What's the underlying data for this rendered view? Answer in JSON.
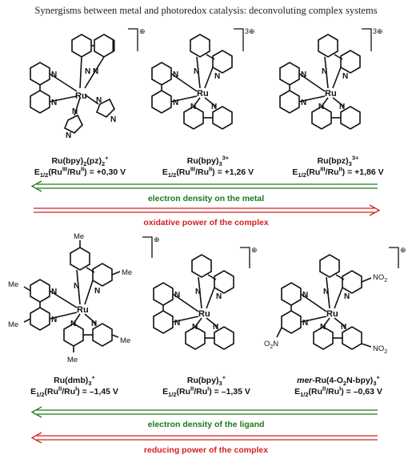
{
  "header": {
    "title": "Synergisms between metal and photoredox catalysis: deconvoluting complex systems"
  },
  "colors": {
    "green": "#1b7a1b",
    "red": "#d42020",
    "ink": "#111111"
  },
  "row1": {
    "complexes": [
      {
        "charge_sup": "⊕",
        "name_main": "Ru(bpy)",
        "name_sub": "2",
        "name_mid": "(pz)",
        "name_sub2": "2",
        "name_sup": "+",
        "e_prefix": "E",
        "e_sub": "1/2",
        "e_open": "(Ru",
        "e_sup1": "III",
        "e_mid": "/Ru",
        "e_sup2": "II",
        "e_close": ") = +0,30 V",
        "atom_labels": [
          "N",
          "N",
          "N",
          "N",
          "N",
          "N",
          "N",
          "N",
          "Ru"
        ]
      },
      {
        "charge_sup": "3⊕",
        "name_main": "Ru(bpy)",
        "name_sub": "3",
        "name_mid": "",
        "name_sub2": "",
        "name_sup": "3+",
        "e_prefix": "E",
        "e_sub": "1/2",
        "e_open": "(Ru",
        "e_sup1": "III",
        "e_mid": "/Ru",
        "e_sup2": "II",
        "e_close": ") = +1,26 V",
        "atom_labels": [
          "N",
          "N",
          "N",
          "N",
          "N",
          "N",
          "Ru"
        ]
      },
      {
        "charge_sup": "3⊕",
        "name_main": "Ru(bpz)",
        "name_sub": "3",
        "name_mid": "",
        "name_sub2": "",
        "name_sup": "3+",
        "e_prefix": "E",
        "e_sub": "1/2",
        "e_open": "(Ru",
        "e_sup1": "III",
        "e_mid": "/Ru",
        "e_sup2": "II",
        "e_close": ") = +1,86 V",
        "atom_labels": [
          "N",
          "N",
          "N",
          "N",
          "N",
          "N",
          "Ru"
        ]
      }
    ],
    "arrow_green_label": "electron density on the metal",
    "arrow_red_label": "oxidative power of the complex"
  },
  "row2": {
    "complexes": [
      {
        "charge_sup": "⊕",
        "name_prefix": "",
        "name_main": "Ru(dmb)",
        "name_sub": "3",
        "name_sup": "+",
        "e_prefix": "E",
        "e_sub": "1/2",
        "e_open": "(Ru",
        "e_sup1": "II",
        "e_mid": "/Ru",
        "e_sup2": "I",
        "e_close": ") = –1,45 V",
        "me_label": "Me",
        "atom_labels": [
          "N",
          "N",
          "N",
          "N",
          "N",
          "N",
          "Ru"
        ]
      },
      {
        "charge_sup": "⊕",
        "name_prefix": "",
        "name_main": "Ru(bpy)",
        "name_sub": "3",
        "name_sup": "+",
        "e_prefix": "E",
        "e_sub": "1/2",
        "e_open": "(Ru",
        "e_sup1": "II",
        "e_mid": "/Ru",
        "e_sup2": "I",
        "e_close": ") = –1,35 V",
        "atom_labels": [
          "N",
          "N",
          "N",
          "N",
          "N",
          "N",
          "Ru"
        ]
      },
      {
        "charge_sup": "⊕",
        "name_prefix": "mer-",
        "name_main": "Ru(4-O",
        "name_sub": "2",
        "name_mid": "N-bpy)",
        "name_sub2": "3",
        "name_sup": "+",
        "e_prefix": "E",
        "e_sub": "1/2",
        "e_open": "(Ru",
        "e_sup1": "II",
        "e_mid": "/Ru",
        "e_sup2": "I",
        "e_close": ") = –0,63 V",
        "no2_main": "NO",
        "no2_sub": "2",
        "o2n_main": "O",
        "o2n_sub": "2",
        "o2n_tail": "N",
        "atom_labels": [
          "N",
          "N",
          "N",
          "N",
          "N",
          "N",
          "Ru"
        ]
      }
    ],
    "arrow_green_label": "electron density of the ligand",
    "arrow_red_label": "reducing power of the complex"
  }
}
